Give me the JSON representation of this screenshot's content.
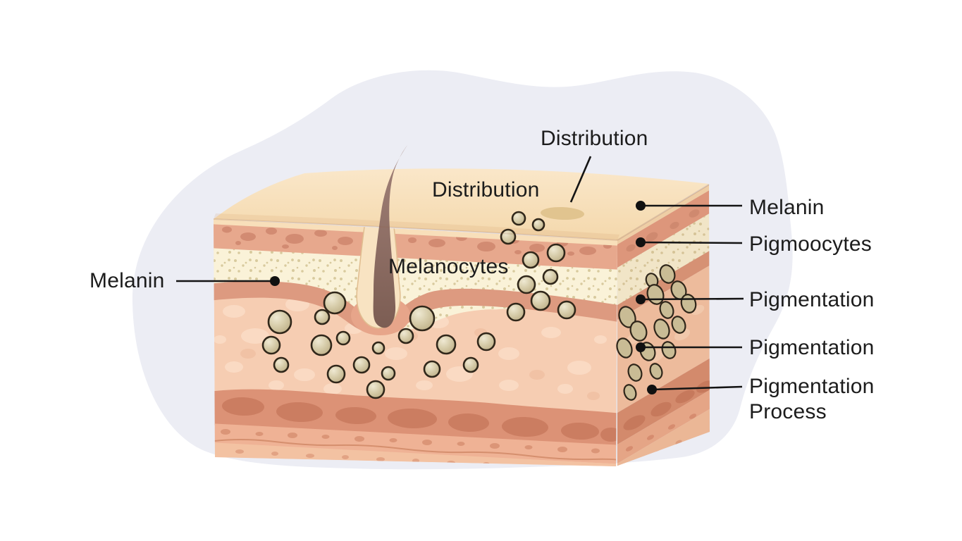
{
  "figure": {
    "description": "Cross-section illustration of human skin showing melanin granules, a hair follicle and pigmentation layers",
    "labels": {
      "distribution_callout": "Distribution",
      "distribution_surface": "Distribution",
      "melanocytes": "Melanocytes",
      "melanin_left": "Melanin",
      "right_column": [
        {
          "label": "Melanin"
        },
        {
          "label": "Pigmoocytes"
        },
        {
          "label": "Pigmentation"
        },
        {
          "label": "Pigmentation"
        },
        {
          "label": "Pigmentation Process"
        }
      ]
    }
  },
  "colors": {
    "background": "#FFFFFF",
    "backdrop_blob": "#ECEDF4",
    "label_text": "#1C1C1C",
    "leader_line": "#141414",
    "callout_dot": "#111111",
    "skin_top_face": "#F7E0BA",
    "epidermis_pale": "#F8DFBA",
    "epidermis_salmon": "#E7A88D",
    "stratum_cream": "#FAF2D8",
    "dermis_pink": "#F6CDB2",
    "deep_dermis_salmon": "#DC9276",
    "melanin_granule": "#CDC2A0",
    "hair": "#8F7066",
    "surface_spot": "#E1C48F"
  }
}
